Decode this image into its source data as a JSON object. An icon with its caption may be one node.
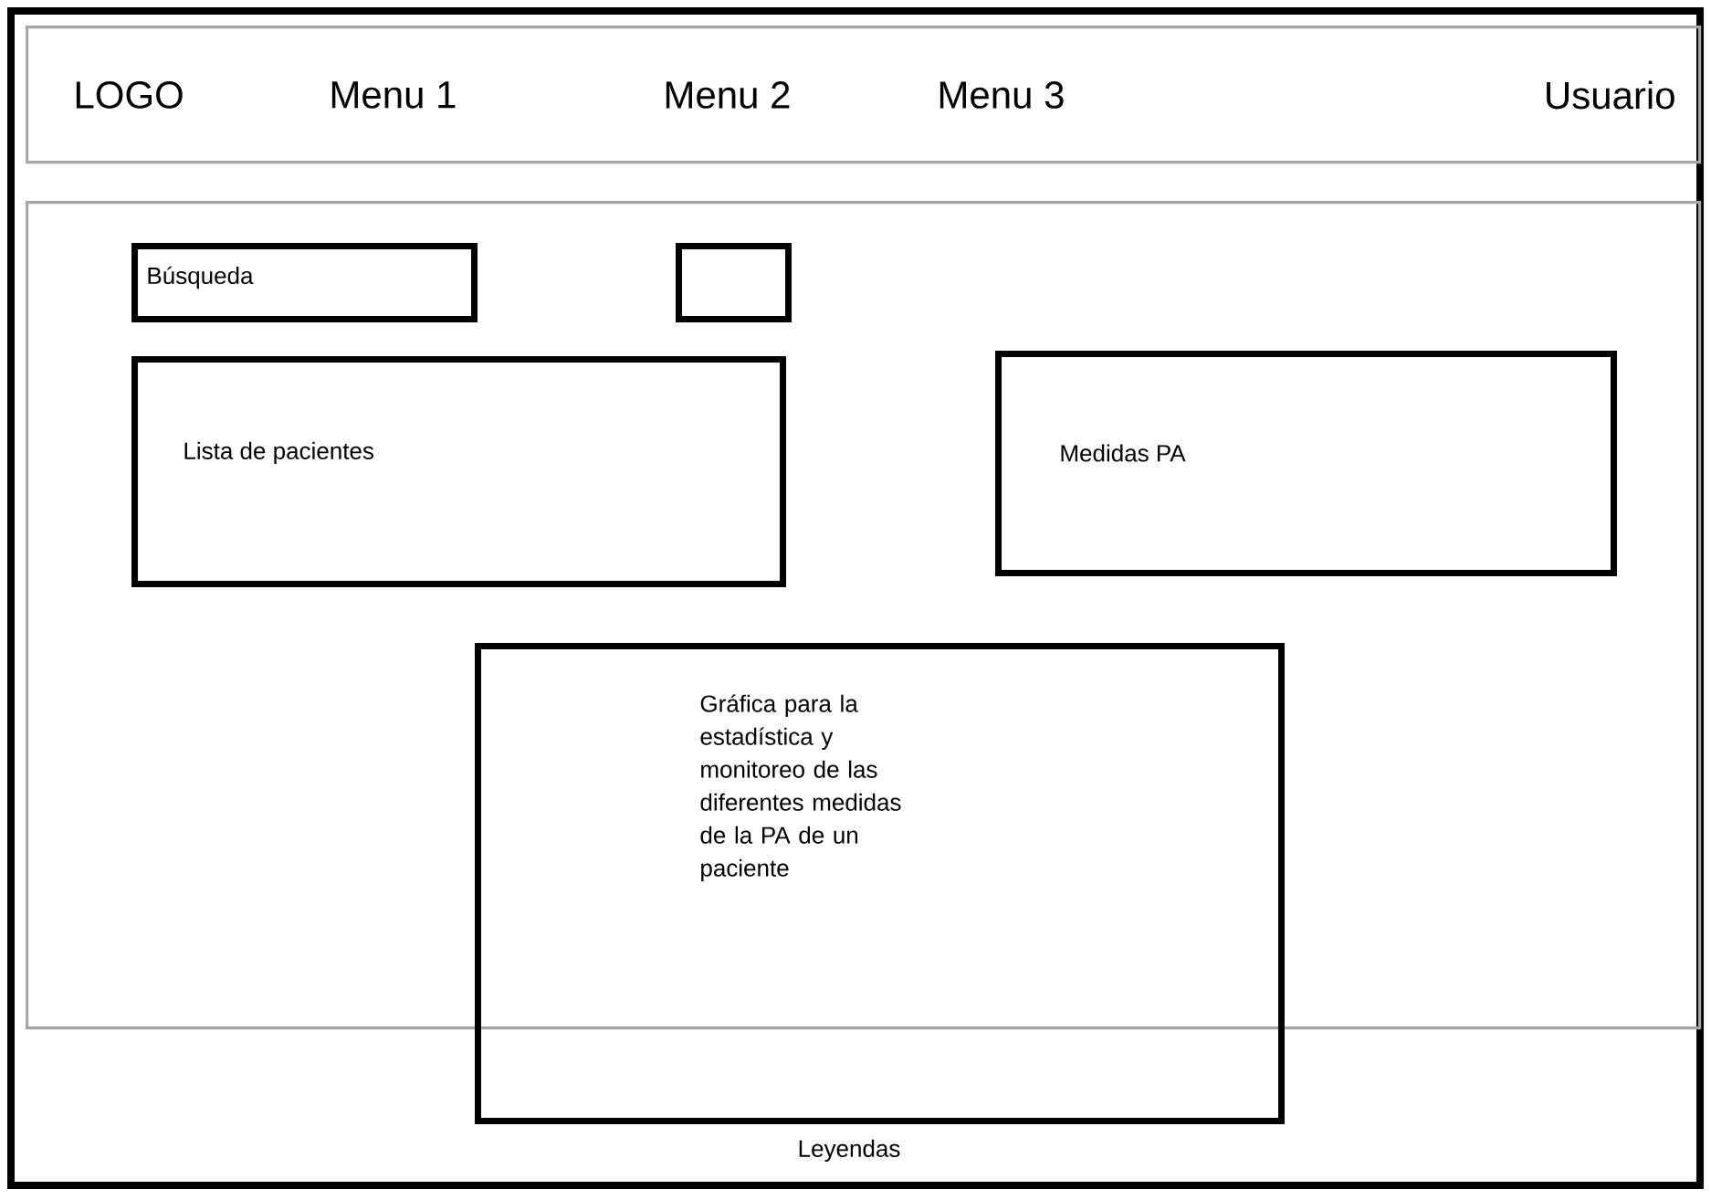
{
  "diagram": {
    "nodes": [
      {
        "text": [
          "LOGO",
          "Menu 1",
          "Menu 2",
          "Menu 3",
          "Usuario"
        ]
      },
      {
        "text": [],
        "shape": "box"
      },
      {
        "text": [
          "Búsqueda"
        ],
        "in": 1
      },
      {
        "text": [],
        "shape": "box",
        "in": 1
      },
      {
        "text": [
          "Lista de pacientes"
        ],
        "in": 1
      },
      {
        "text": [
          "Medidas PA"
        ],
        "in": 1
      },
      {
        "text": [
          "Gráfica para la estadística y monitoreo de las diferentes medidas de la PA de un paciente"
        ],
        "beside": [
          "Leyendas"
        ]
      }
    ]
  }
}
